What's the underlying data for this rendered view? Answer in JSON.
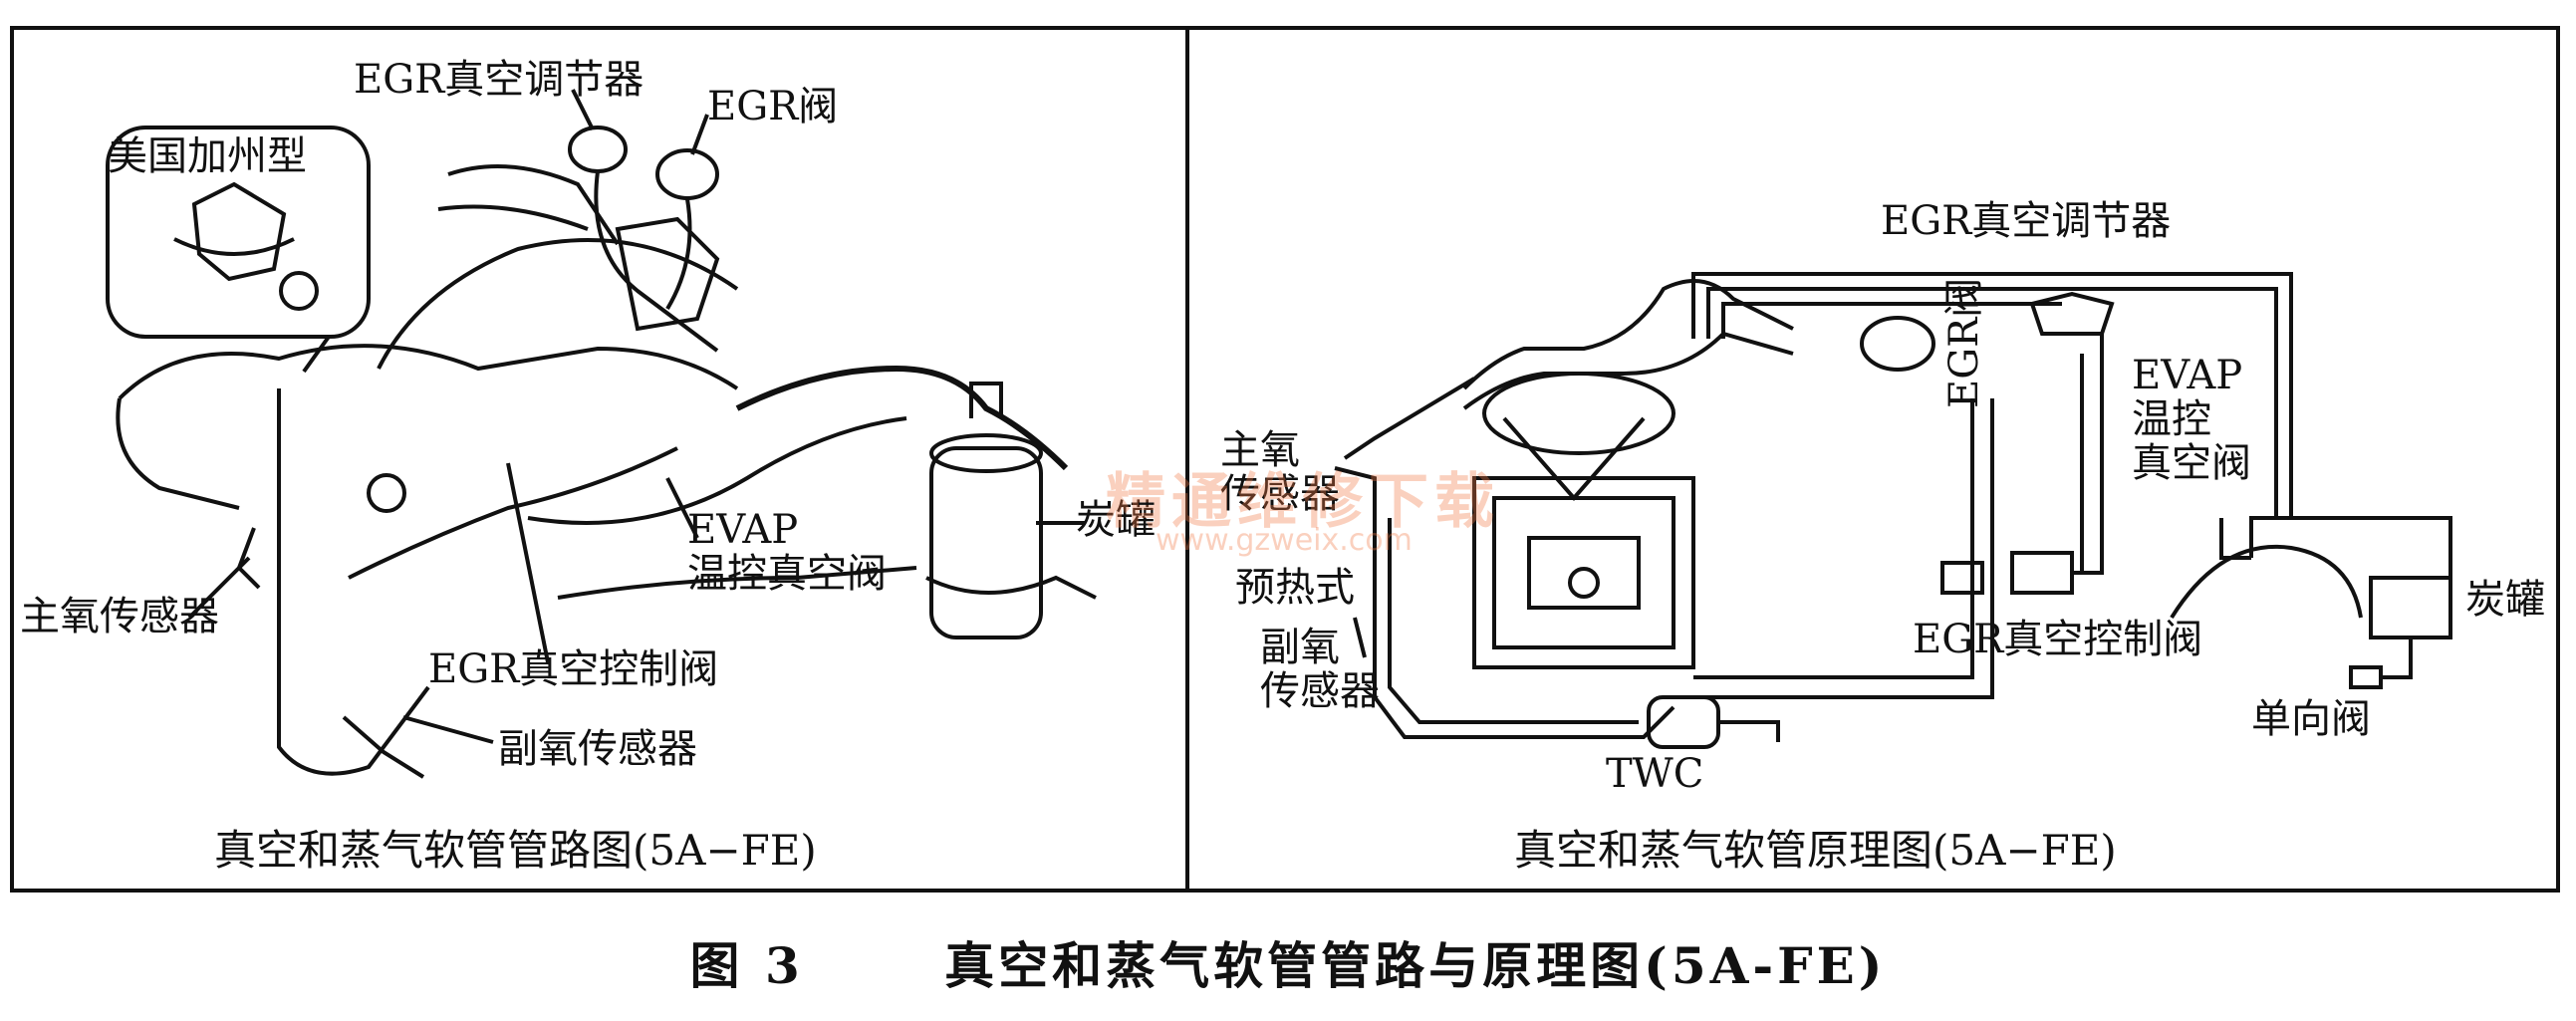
{
  "left_panel": {
    "inset_label": "美国加州型",
    "labels": {
      "egr_vacuum_regulator": "EGR真空调节器",
      "egr_valve": "EGR阀",
      "evap_valve": "EVAP\n温控真空阀",
      "canister": "炭罐",
      "main_o2": "主氧传感器",
      "egr_control_valve": "EGR真空控制阀",
      "sub_o2": "副氧传感器"
    },
    "caption": "真空和蒸气软管管路图(5A−FE)"
  },
  "right_panel": {
    "labels": {
      "egr_vacuum_regulator": "EGR真空调节器",
      "evap_valve": "EVAP\n温控\n真空阀",
      "main_o2": "主氧\n传感器",
      "preheat": "预热式",
      "sub_o2": "副氧\n传感器",
      "egr_valve": "EGR阀",
      "canister": "炭罐",
      "egr_control_valve": "EGR真空控制阀",
      "check_valve": "单向阀",
      "twc": "TWC"
    },
    "caption": "真空和蒸气软管原理图(5A−FE)"
  },
  "watermark": {
    "text": "精通维修下载",
    "url": "www.gzweix.com"
  },
  "figure": {
    "number": "图 3",
    "title": "真空和蒸气软管管路与原理图(5A-FE)"
  }
}
